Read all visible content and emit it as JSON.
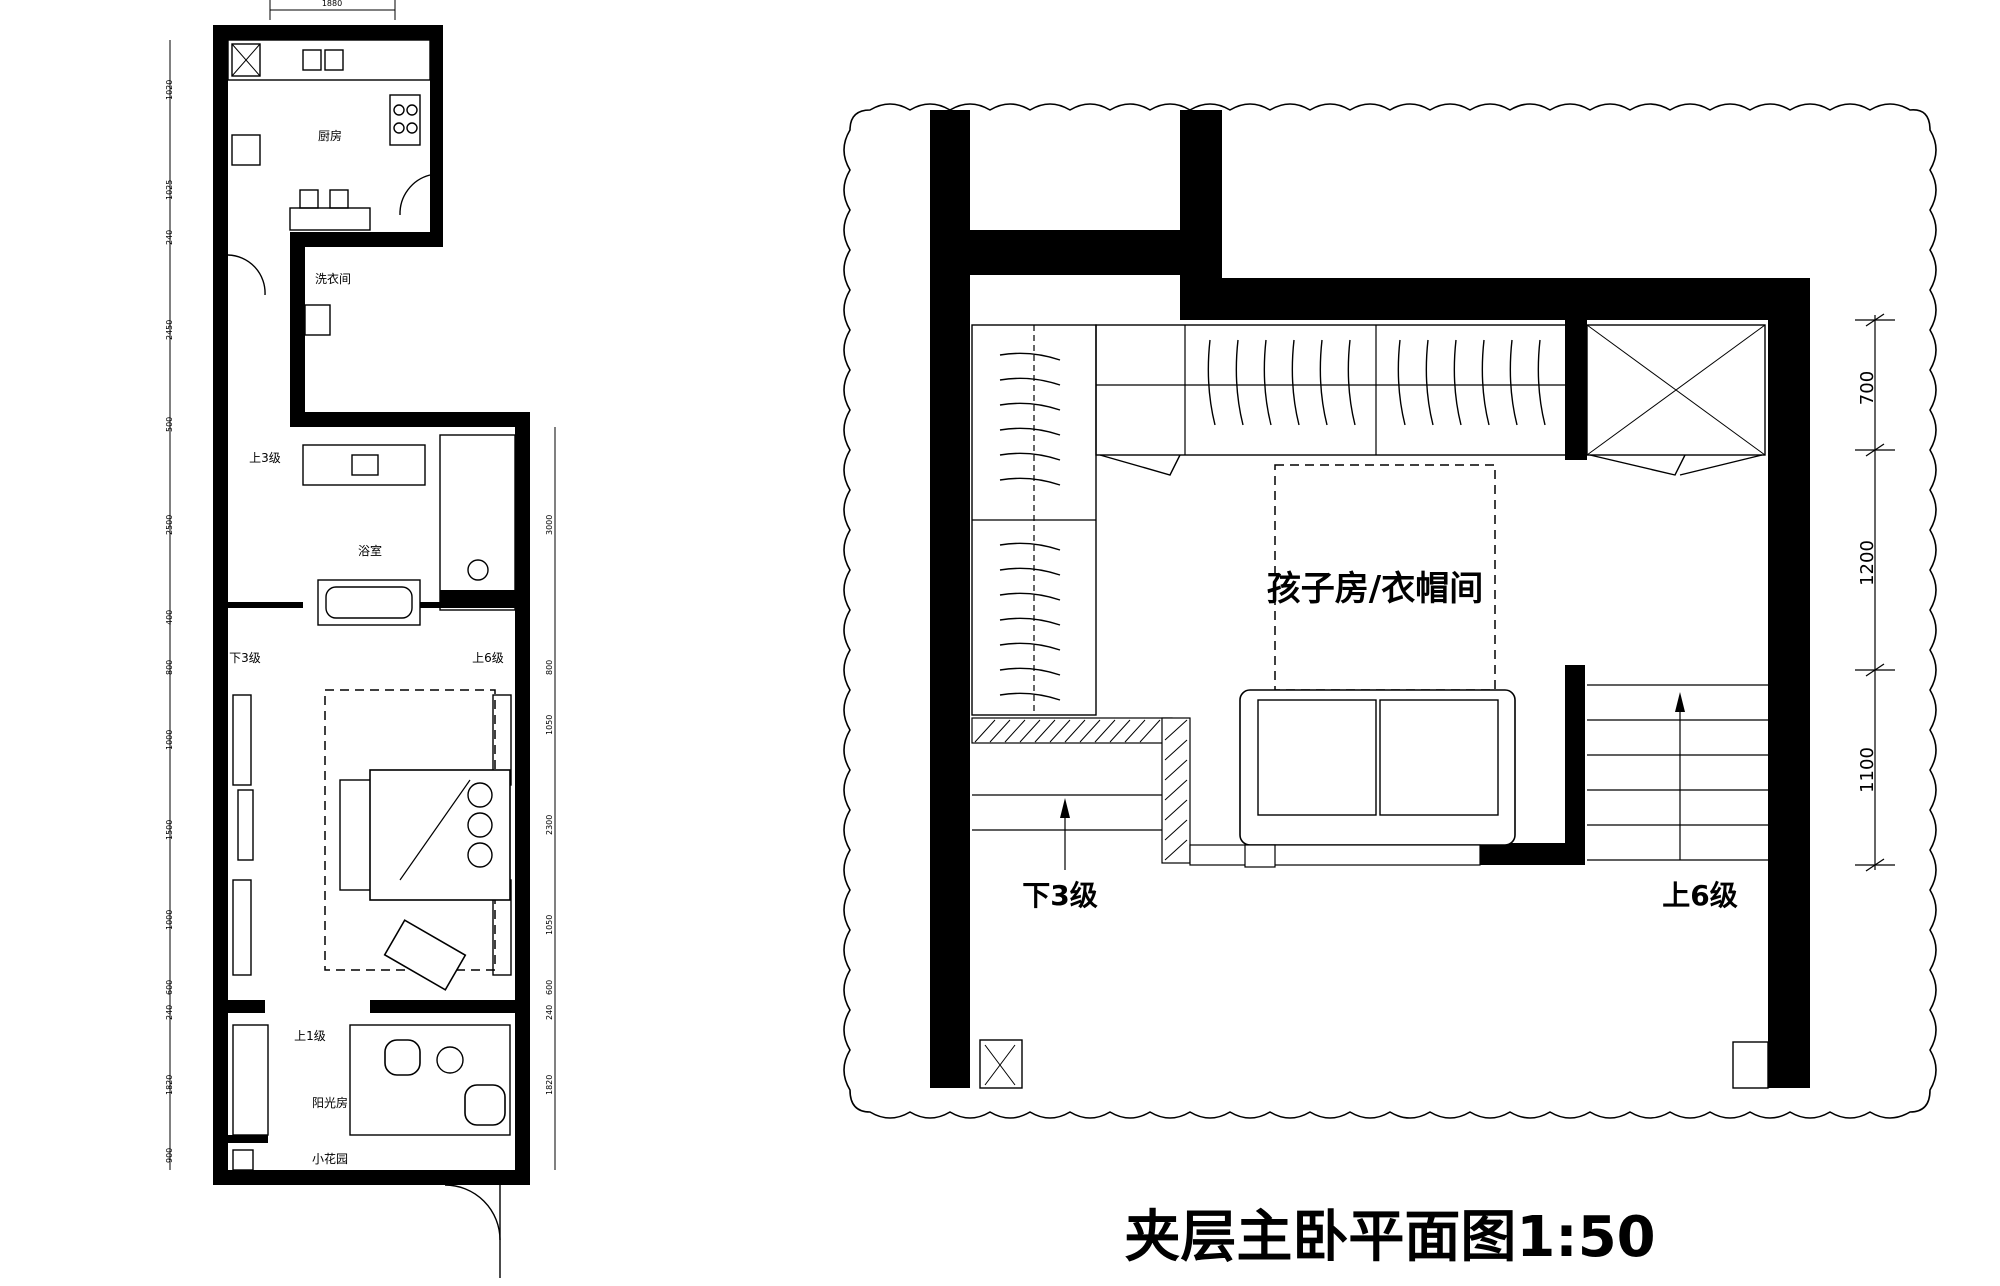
{
  "left_plan": {
    "top_dimension": "1880",
    "rooms": {
      "kitchen": "厨房",
      "laundry": "洗衣间",
      "bathroom": "浴室",
      "sunroom": "阳光房",
      "garden": "小花园"
    },
    "stairs": {
      "up_3": "上3级",
      "down_3": "下3级",
      "up_6": "上6级",
      "up_1": "上1级"
    },
    "left_dimensions": [
      "1020",
      "1025",
      "240",
      "2450",
      "500",
      "2500",
      "400",
      "800",
      "1000",
      "1500",
      "1000",
      "600",
      "240",
      "1820",
      "900"
    ],
    "right_dimensions": [
      "3000",
      "800",
      "1050",
      "2300",
      "1050",
      "600",
      "240",
      "1820"
    ]
  },
  "right_plan": {
    "room_label": "孩子房/衣帽间",
    "stair_down": "下3级",
    "stair_up": "上6级",
    "dimensions": [
      "700",
      "1200",
      "1100"
    ]
  },
  "title": "夹层主卧平面图1:50"
}
